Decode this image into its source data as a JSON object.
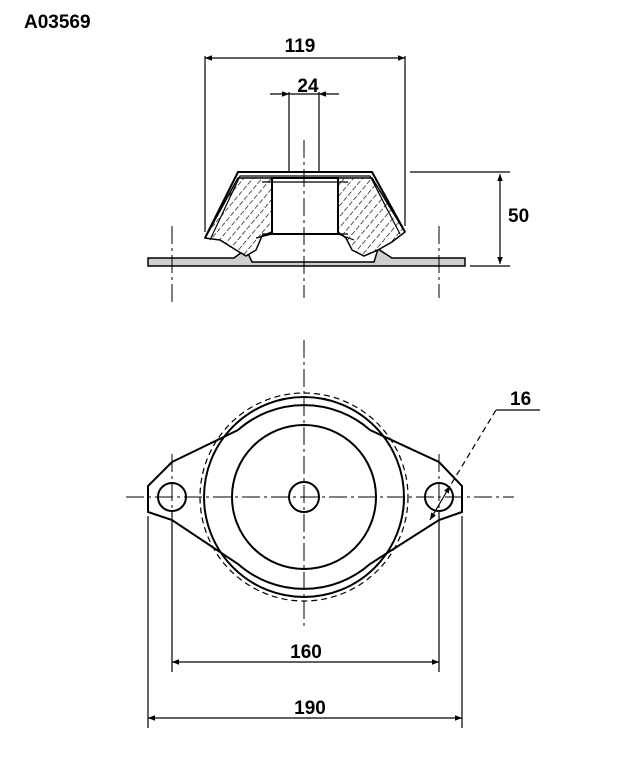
{
  "part_code": "A03569",
  "dimensions": {
    "top_outer_width": "119",
    "bore_diameter": "24",
    "height": "50",
    "hole_diameter": "16",
    "hole_spacing": "160",
    "overall_length": "190"
  }
}
